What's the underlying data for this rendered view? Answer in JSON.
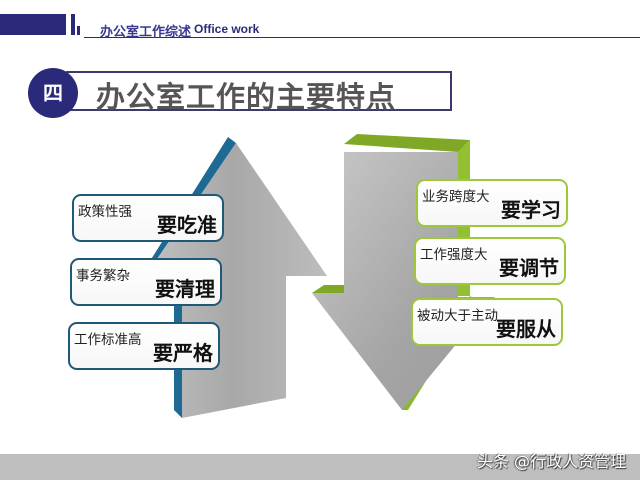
{
  "header": {
    "title": "办公室工作综述",
    "subtitle": "Office work"
  },
  "section": {
    "number": "四",
    "title": "办公室工作的主要特点"
  },
  "left_items": [
    {
      "label": "政策性强",
      "action": "要吃准"
    },
    {
      "label": "事务繁杂",
      "action": "要清理"
    },
    {
      "label": "工作标准高",
      "action": "要严格"
    }
  ],
  "right_items": [
    {
      "label": "业务跨度大",
      "action": "要学习"
    },
    {
      "label": "工作强度大",
      "action": "要调节"
    },
    {
      "label": "被动大于主动",
      "action": "要服从"
    }
  ],
  "colors": {
    "brand": "#2b2a7a",
    "up_arrow_accent": "#1e6a94",
    "down_arrow_accent": "#8ab82a",
    "arrow_face": "#aaaaaa",
    "footer": "#bebebe"
  },
  "watermark": "头条 @行政人资管理"
}
